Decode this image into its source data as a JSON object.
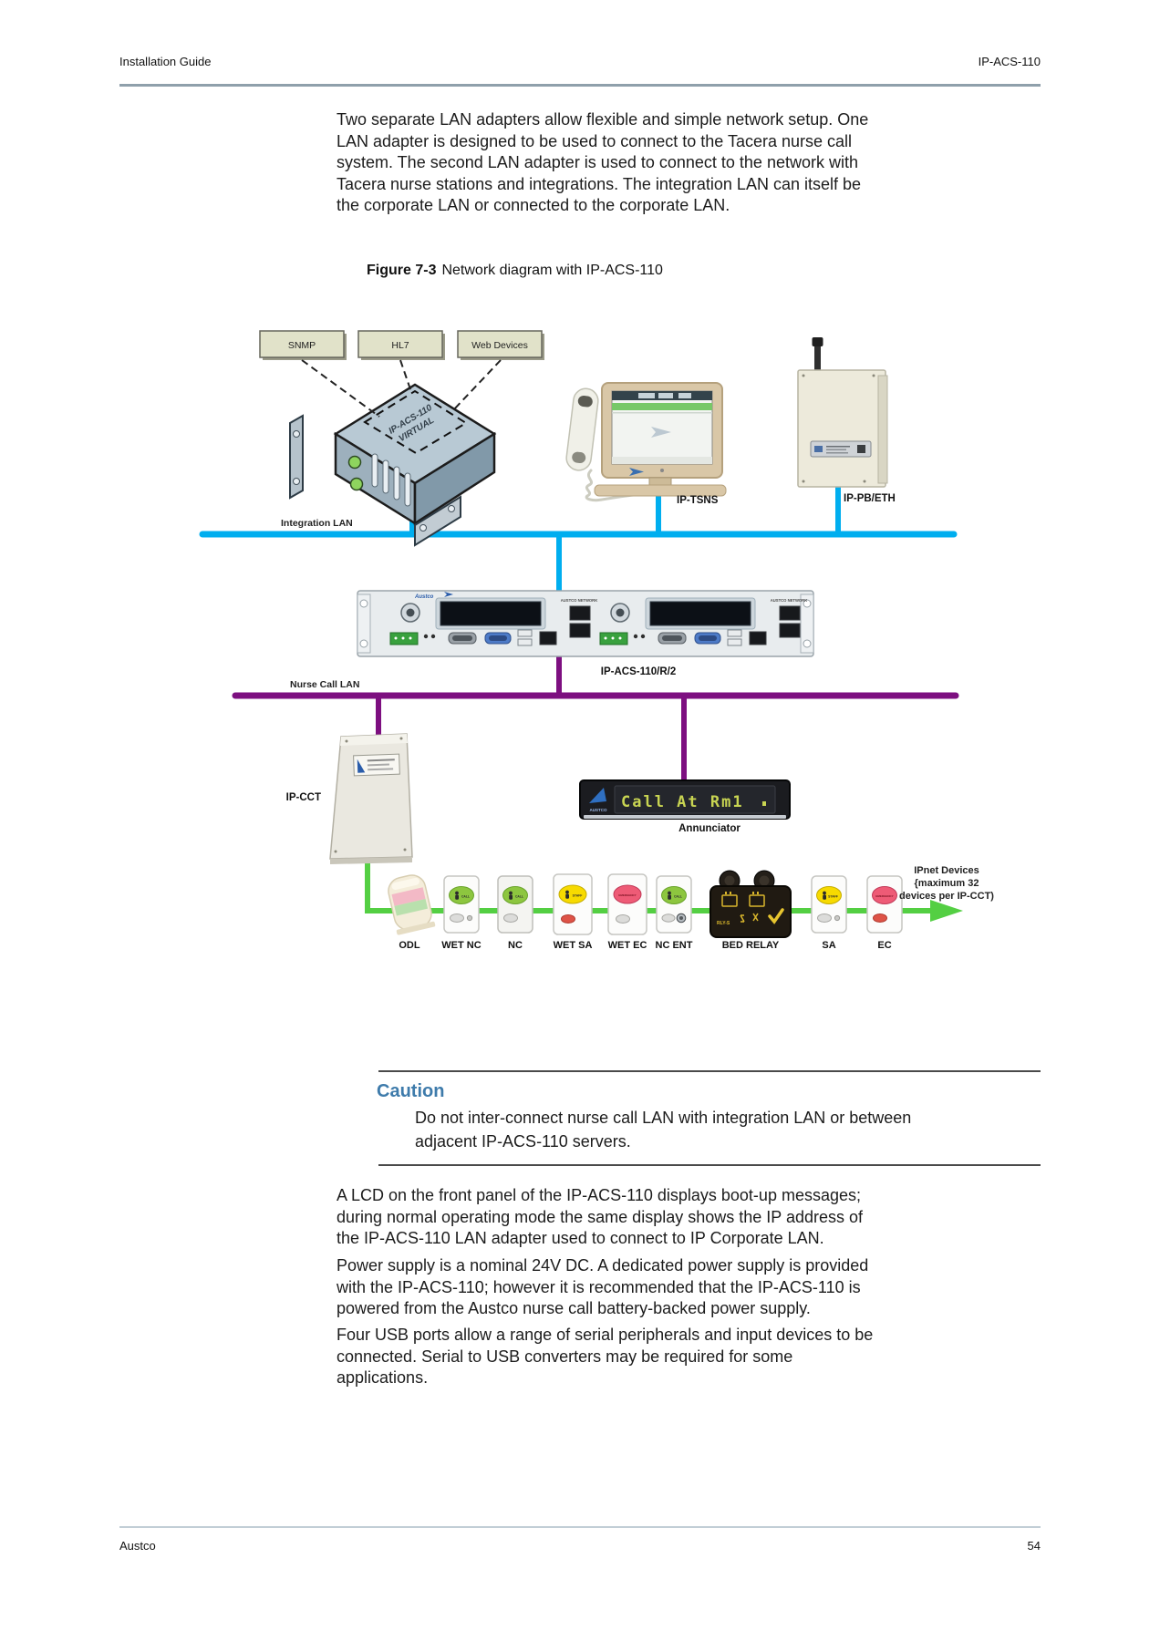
{
  "header": {
    "left_text": "Installation Guide",
    "right_text": "IP-ACS-110"
  },
  "footer": {
    "left_text": "Austco",
    "page_number": "54"
  },
  "intro_paragraph": "Two separate LAN adapters allow flexible and simple network setup. One\nLAN adapter is designed to be used to connect to the Tacera nurse call\nsystem. The second LAN adapter is used to connect to the network with\nTacera nurse stations and integrations. The integration LAN can itself be\nthe corporate LAN or connected to the corporate LAN.",
  "figure": {
    "label": "Figure 7-3",
    "title": "Network diagram with IP-ACS-110"
  },
  "diagram": {
    "integration_boxes": [
      "SNMP",
      "HL7",
      "Web Devices"
    ],
    "server_label_lines": [
      "IP-ACS-110",
      "VIRTUAL"
    ],
    "integration_lan_label": "Integration LAN",
    "nurse_call_lan_label": "Nurse Call LAN",
    "tsns_label": "IP-TSNS",
    "pb_eth_label": "IP-PB/ETH",
    "rack_label": "IP-ACS-110/R/2",
    "rack_brand": "Austco",
    "rack_port_label": "AUSTCO NETWORK",
    "cct_label": "IP-CCT",
    "annunciator_label": "Annunciator",
    "annunciator_brand": "AUSTCO",
    "annunciator_display": "Call At Rm1",
    "ipnet_note_lines": [
      "IPnet Devices",
      "{maximum 32",
      "devices per IP-CCT)"
    ],
    "device_labels": [
      "ODL",
      "WET NC",
      "NC",
      "WET SA",
      "WET EC",
      "NC ENT",
      "BED RELAY",
      "SA",
      "EC"
    ],
    "button_labels": {
      "call": "CALL",
      "staff": "STAFF",
      "emergency": "EMERGENCY",
      "bed_relay": "RLY-S"
    },
    "colors": {
      "integration_lan": "#00aeef",
      "nurse_call_lan": "#7d0f80",
      "ipnet_bus": "#54cf43",
      "caution_heading": "#3e7bab"
    }
  },
  "caution": {
    "heading": "Caution",
    "body": "Do not inter-connect nurse call LAN with integration LAN or between\nadjacent IP-ACS-110 servers."
  },
  "paragraphs": [
    "A LCD on the front panel of the IP-ACS-110 displays boot-up messages;\nduring normal operating mode the same display shows the IP address of\nthe IP-ACS-110 LAN adapter used to connect to IP Corporate LAN.",
    "Power supply is a nominal 24V DC. A dedicated power supply is provided\nwith the IP-ACS-110; however it is recommended that the IP-ACS-110 is\npowered from the Austco nurse call battery-backed power supply.",
    "Four USB ports allow a range of serial peripherals and input devices to be\nconnected. Serial to USB converters may be required for some\napplications."
  ]
}
